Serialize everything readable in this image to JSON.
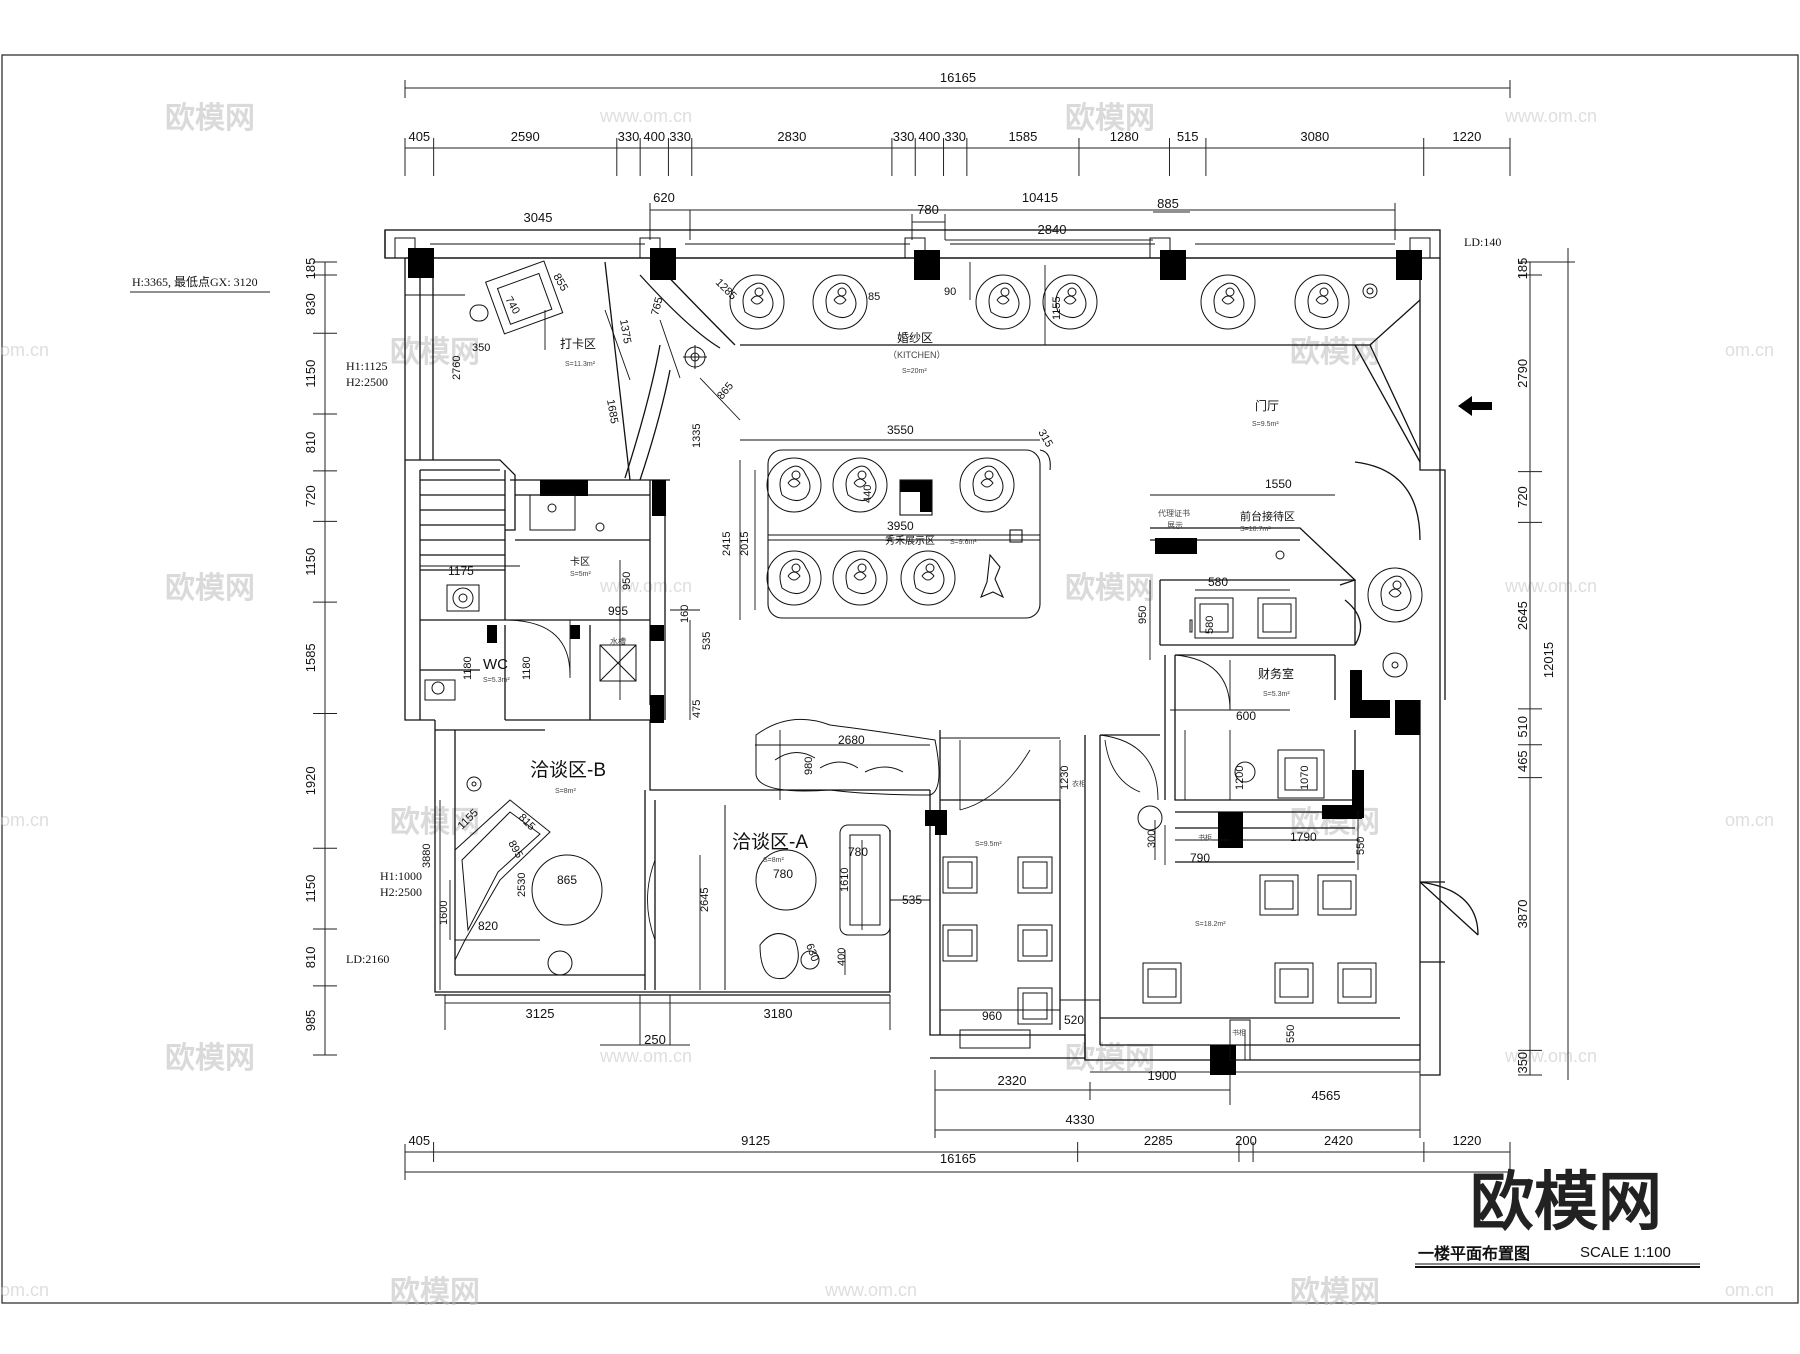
{
  "drawing": {
    "title": "一楼平面布置图",
    "scale": "SCALE   1:100",
    "brand": "欧模网"
  },
  "watermarks": {
    "mark": "欧模网",
    "url": "www.om.cn",
    "url_short": "om.cn"
  },
  "top_dims": {
    "total": "16165",
    "segments": [
      "405",
      "2590",
      "330",
      "400",
      "330",
      "2830",
      "330",
      "400",
      "330",
      "1585",
      "1280",
      "515",
      "3080",
      "1220"
    ],
    "row2_left": "3045",
    "row2_a": "620",
    "row2_b": "780",
    "row2_mid": "10415",
    "row2_c": "885",
    "row2_d": "2840"
  },
  "bottom_dims": {
    "total": "16165",
    "segments": [
      "405",
      "9125",
      "2285",
      "200",
      "2420",
      "1220"
    ],
    "row1": [
      "3125",
      "3180"
    ],
    "gap": "250",
    "row2": [
      "2320",
      "1900",
      "4565"
    ],
    "row3": "4330"
  },
  "left_dims": [
    "185",
    "830",
    "1150",
    "810",
    "720",
    "1150",
    "1585",
    "1920",
    "1150",
    "810",
    "985"
  ],
  "right_dims": [
    "185",
    "2790",
    "720",
    "2645",
    "510",
    "465",
    "3870",
    "350"
  ],
  "right_total": "12015",
  "notes": {
    "height_top": "H:3365, 最低点GX: 3120",
    "h1_top": "H1:1125",
    "h2_top": "H2:2500",
    "h1_bottom": "H1:1000",
    "h2_bottom": "H2:2500",
    "ld_left": "LD:2160",
    "ld_right": "LD:140"
  },
  "rooms": {
    "daka": {
      "name": "打卡区",
      "area": "S=11.3m²"
    },
    "hunsha": {
      "name": "婚纱区",
      "sub": "（KITCHEN）",
      "area": "S=20m²"
    },
    "menting": {
      "name": "门厅",
      "area": "S=9.5m²"
    },
    "xiuhe": {
      "name": "秀禾展示区",
      "area": "S=9.6m²"
    },
    "qiantai": {
      "name": "前台接待区",
      "area": "S=10.7m²"
    },
    "daili": {
      "name": "代理证书",
      "sub": "展示"
    },
    "qu": {
      "name": "卡区",
      "area": "S=5m²"
    },
    "wc": {
      "name": "WC",
      "area": "S=5.3m²"
    },
    "caiwu": {
      "name": "财务室",
      "area": "S=5.3m²"
    },
    "qiatanB": {
      "name": "洽谈区-B",
      "area": "S=8m²"
    },
    "qiatanA": {
      "name": "洽谈区-A",
      "area": "S=8m²"
    },
    "mid": {
      "area": "S=9.5m²"
    },
    "big": {
      "area": "S=18.2m²"
    },
    "shuichi": {
      "name": "水槽"
    }
  },
  "inner_dims": {
    "d740": "740",
    "d855": "855",
    "d350": "350",
    "d2760": "2760",
    "d1375": "1375",
    "d765": "765",
    "d1285": "1285",
    "d865": "865",
    "d1685": "1685",
    "d1335": "1335",
    "d85": "85",
    "d90": "90",
    "d1155": "1155",
    "d3550": "3550",
    "d315": "315",
    "d440": "440",
    "d3950": "3950",
    "d2415": "2415",
    "d2015": "2015",
    "d1550": "1550",
    "d580a": "580",
    "d580b": "580",
    "d950a": "950",
    "d1175": "1175",
    "d950b": "950",
    "d995": "995",
    "d160": "160",
    "d535a": "535",
    "d475": "475",
    "d1180a": "1180",
    "d1180b": "1180",
    "d2680": "2680",
    "d980": "980",
    "d1230": "1230",
    "d600": "600",
    "d1200": "1200",
    "d1070": "1070",
    "d300": "300",
    "d790": "790",
    "d1790": "1790",
    "d550a": "550",
    "d3880": "3880",
    "d1155b": "1155",
    "d815": "815",
    "d895": "895",
    "d865b": "865",
    "d2530": "2530",
    "d1600": "1600",
    "d820": "820",
    "d780a": "780",
    "d780b": "780",
    "d1610": "1610",
    "d2645": "2645",
    "d630": "630",
    "d400": "400",
    "d535b": "535",
    "d960": "960",
    "d520": "520",
    "d550b": "550",
    "cab1": "衣柜",
    "cab2": "书柜",
    "cab3": "书柜"
  }
}
